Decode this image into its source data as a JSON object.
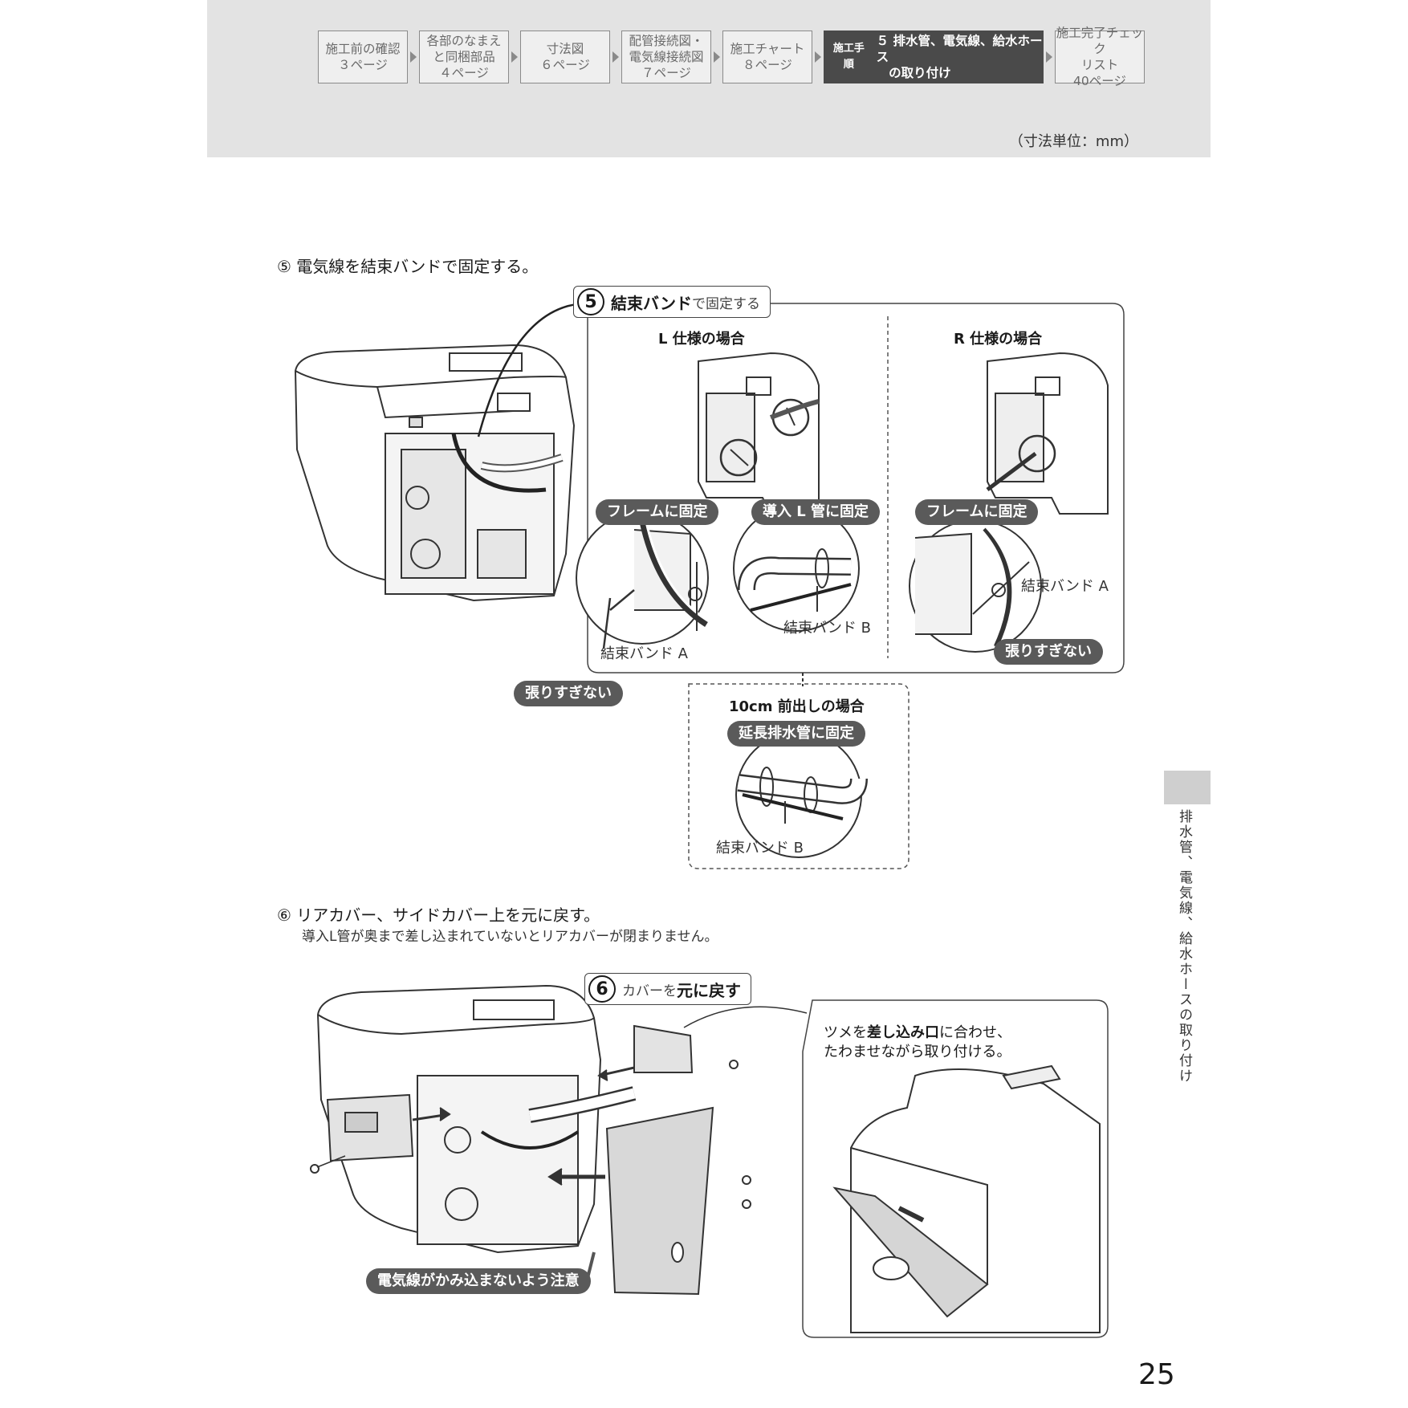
{
  "flow": {
    "steps": [
      {
        "label": "施工前の確認\n３ページ"
      },
      {
        "label": "各部のなまえ\nと同梱部品\n４ページ"
      },
      {
        "label": "寸法図\n６ページ"
      },
      {
        "label": "配管接続図・\n電気線接続図\n７ページ"
      },
      {
        "label": "施工チャート\n８ページ"
      }
    ],
    "active_tag": "施工手順",
    "active_label": "５ 排水管、電気線、給水ホース\n　の取り付け",
    "last_step": "施工完了チェック\nリスト\n40ページ"
  },
  "unit_note": "（寸法単位：mm）",
  "step5": {
    "heading": "⑤ 電気線を結束バンドで固定する。",
    "badge_num": "5",
    "badge_bold": "結束バンド",
    "badge_normal": "で固定する",
    "l_title": "L 仕様の場合",
    "r_title": "R 仕様の場合",
    "pill_frame_l": "フレームに固定",
    "pill_pipe_l": "導入 L 管に固定",
    "pill_frame_r": "フレームに固定",
    "band_a_l": "結束バンド A",
    "band_b_l": "結束バンド B",
    "band_a_r": "結束バンド A",
    "pill_not_tight_l": "張りすぎない",
    "pill_not_tight_r": "張りすぎない",
    "forward_title": "10cm 前出しの場合",
    "pill_ext": "延長排水管に固定",
    "band_b_fwd": "結束バンド B"
  },
  "step6": {
    "heading": "⑥ リアカバー、サイドカバー上を元に戻す。",
    "sub": "導入L管が奥まで差し込まれていないとリアカバーが閉まりません。",
    "badge_num": "6",
    "badge_normal": "カバーを",
    "badge_bold": "元に戻す",
    "note_line1_a": "ツメを",
    "note_line1_b": "差し込み口",
    "note_line1_c": "に合わせ、",
    "note_line2": "たわませながら取り付ける。",
    "pill_caution": "電気線がかみ込まないよう注意"
  },
  "side_label": "排水管、電気線、給水ホースの取り付け",
  "page_number": "25"
}
